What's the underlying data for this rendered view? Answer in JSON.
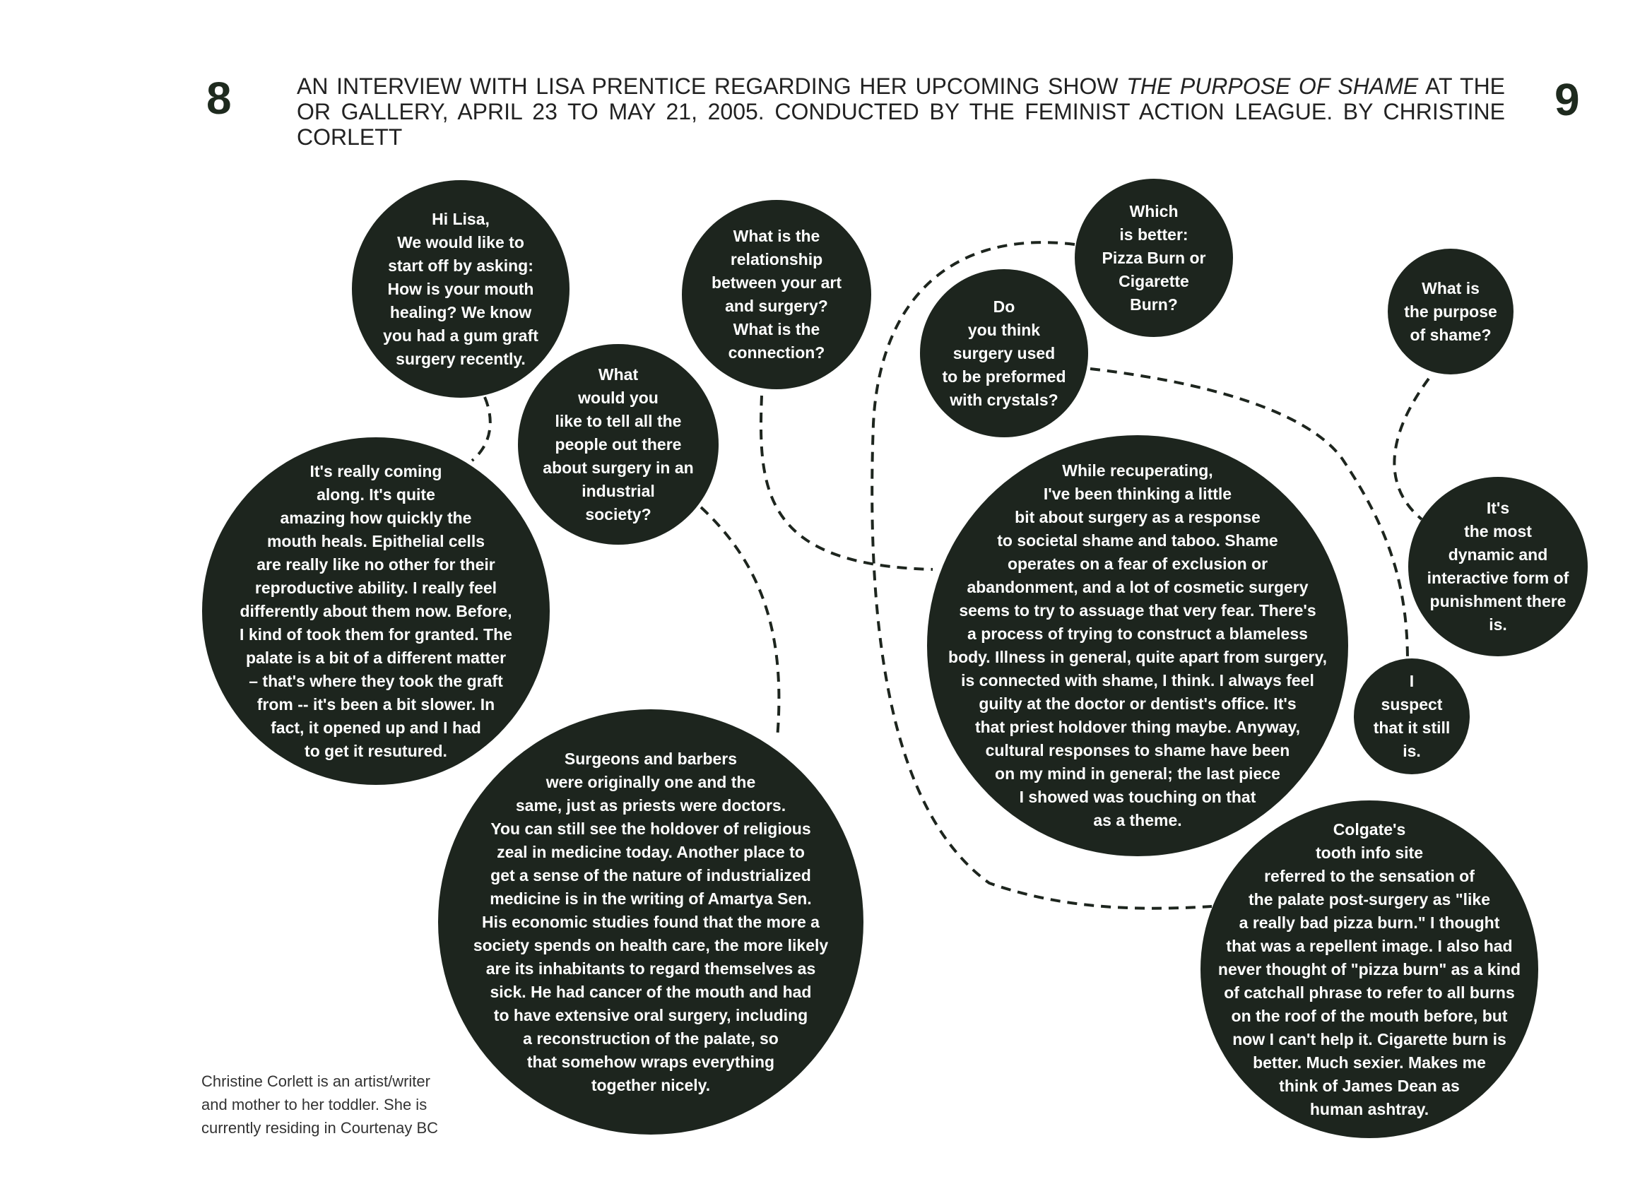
{
  "page_left": "8",
  "page_right": "9",
  "header": {
    "part1": "AN INTERVIEW WITH LISA PRENTICE REGARDING HER UPCOMING SHOW ",
    "show_title": "THE PURPOSE OF SHAME",
    "part2": " AT THE OR GALLERY, APRIL 23 TO MAY 21, 2005. CONDUCTED BY THE FEMINIST ACTION LEAGUE. BY CHRISTINE CORLETT"
  },
  "caption": "Christine Corlett is an artist/writer\nand mother to her toddler.  She is\ncurrently residing in Courtenay BC",
  "bubbles": {
    "hi_lisa": "Hi Lisa,\nWe would like to\nstart off by asking:\nHow is your mouth\nhealing? We know\nyou had a gum graft\nsurgery recently.",
    "relationship": "What is the\nrelationship\nbetween your art\nand surgery?\nWhat is the\nconnection?",
    "tell_people": "What\nwould you\nlike to tell all the\npeople out there\nabout surgery in an\nindustrial\nsociety?",
    "coming_along": "It's really coming\nalong. It's quite\namazing how quickly the\nmouth heals. Epithelial cells\nare really like no other for their\nreproductive ability. I really feel\ndifferently about them now. Before,\nI kind of took them for granted. The\npalate is a bit of a different matter\n– that's where they took the graft\nfrom -- it's been a bit slower. In\nfact, it opened up and I had\nto get it resutured.",
    "surgeons_barbers": "Surgeons and barbers\nwere originally one and the\nsame, just as priests were doctors.\nYou can still see the holdover of religious\nzeal in medicine today. Another place to\nget a sense of the nature of industrialized\nmedicine is in the writing of Amartya Sen.\nHis economic studies found that the more a\nsociety spends on health care, the more likely\nare its inhabitants to regard themselves as\nsick. He had cancer of the mouth and had\nto have extensive oral surgery, including\na reconstruction of the palate, so\nthat somehow wraps everything\ntogether nicely.",
    "which_better": "Which\nis better:\nPizza Burn or\nCigarette\nBurn?",
    "crystals": "Do\nyou think\nsurgery used\nto be preformed\nwith crystals?",
    "purpose": "What is\nthe purpose\nof shame?",
    "recuperating": "While recuperating,\nI've been thinking a little\nbit about surgery as a response\nto societal shame and taboo. Shame\noperates on a fear of exclusion or\nabandonment, and a lot of cosmetic surgery\nseems to try to assuage that very fear. There's\na process of trying to construct a blameless\nbody. Illness in general, quite apart from surgery,\nis connected with shame, I think. I always feel\nguilty at the doctor or dentist's office. It's\nthat priest holdover thing maybe. Anyway,\ncultural responses to shame have been\non my mind in general; the last piece\nI showed was touching on that\nas a theme.",
    "punishment": "It's\nthe most\ndynamic and\ninteractive form of\npunishment there\nis.",
    "suspect": "I\nsuspect\nthat it still\nis.",
    "colgate": "Colgate's\ntooth info site\nreferred to the sensation of\nthe palate post-surgery as \"like\na really bad pizza burn.\" I thought\nthat was a repellent image. I also had\nnever thought of \"pizza burn\" as a kind\nof catchall phrase to refer to all burns\non the roof of the mouth before, but\nnow I can't help it. Cigarette burn is\nbetter. Much sexier. Makes me\nthink of James Dean as\nhuman ashtray."
  }
}
